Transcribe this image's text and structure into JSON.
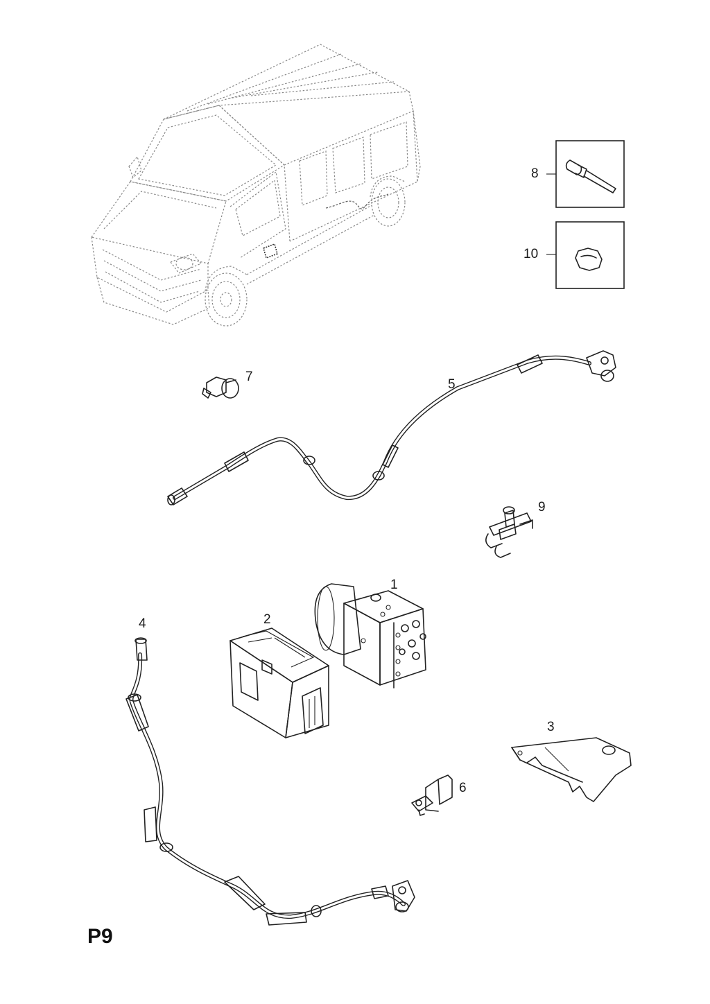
{
  "page_code": "P9",
  "callouts": [
    {
      "id": "1",
      "label": "1"
    },
    {
      "id": "2",
      "label": "2"
    },
    {
      "id": "3",
      "label": "3"
    },
    {
      "id": "4",
      "label": "4"
    },
    {
      "id": "5",
      "label": "5"
    },
    {
      "id": "6",
      "label": "6"
    },
    {
      "id": "7",
      "label": "7"
    },
    {
      "id": "8",
      "label": "8"
    },
    {
      "id": "9",
      "label": "9"
    },
    {
      "id": "10",
      "label": "10"
    }
  ],
  "colors": {
    "ink": "#222222",
    "vehicle_dashed": "#888888",
    "background": "#ffffff"
  }
}
